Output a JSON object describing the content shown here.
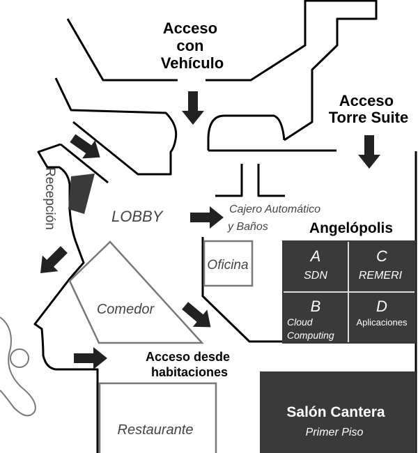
{
  "labels": {
    "vehicle_access": [
      "Acceso",
      "con",
      "Vehículo"
    ],
    "suite_access": [
      "Acceso",
      "Torre Suite"
    ],
    "reception": "Recepción",
    "lobby": "LOBBY",
    "atm": [
      "Cajero Automático",
      "y Baños"
    ],
    "office": "Oficina",
    "dining": "Comedor",
    "rooms_access": [
      "Acceso desde",
      "habitaciones"
    ],
    "restaurant": "Restaurante"
  },
  "angelopolis": {
    "title": "Angelópolis",
    "rooms": [
      {
        "letter": "A",
        "name": "SDN"
      },
      {
        "letter": "C",
        "name": "REMERI"
      },
      {
        "letter": "B",
        "name": [
          "Cloud",
          "Computing"
        ]
      },
      {
        "letter": "D",
        "name": "Aplicaciones"
      }
    ]
  },
  "salon": {
    "title": "Salón Cantera",
    "subtitle": "Primer Piso"
  },
  "colors": {
    "dark_room": "#3a3a3a",
    "arrow": "#222222",
    "room_outline": "#777777"
  }
}
